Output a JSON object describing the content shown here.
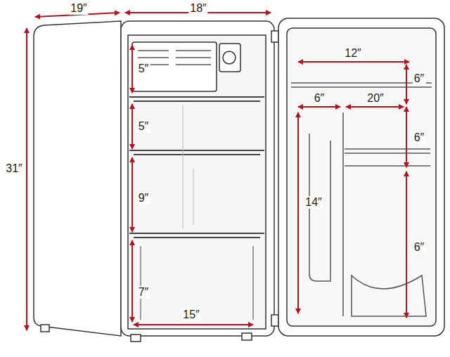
{
  "diagram": {
    "labels": [
      "19″",
      "18″",
      "31″",
      "5″",
      "5″",
      "9″",
      "7″",
      "15″",
      "12″",
      "6″",
      "6″",
      "6″",
      "6″",
      "20″",
      "14″"
    ]
  }
}
